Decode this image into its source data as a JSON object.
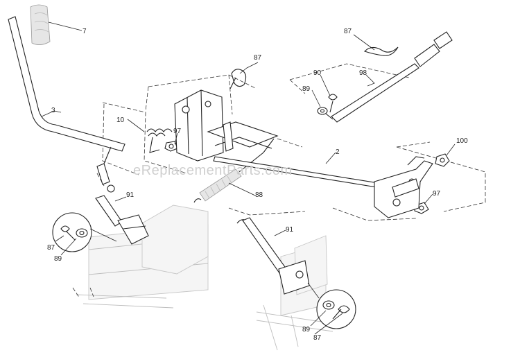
{
  "watermark": "eReplacementParts.com",
  "callouts": {
    "c7": "7",
    "c3": "3",
    "c10": "10",
    "c97a": "97",
    "c87_top": "87",
    "c87_right": "87",
    "c90": "90",
    "c89_right": "89",
    "c98": "98",
    "c2": "2",
    "c100": "100",
    "c97b": "97",
    "c88": "88",
    "c91_left": "91",
    "c87_left": "87",
    "c89_left": "89",
    "c91_right": "91",
    "c89_bottom": "89",
    "c87_bottom": "87"
  }
}
